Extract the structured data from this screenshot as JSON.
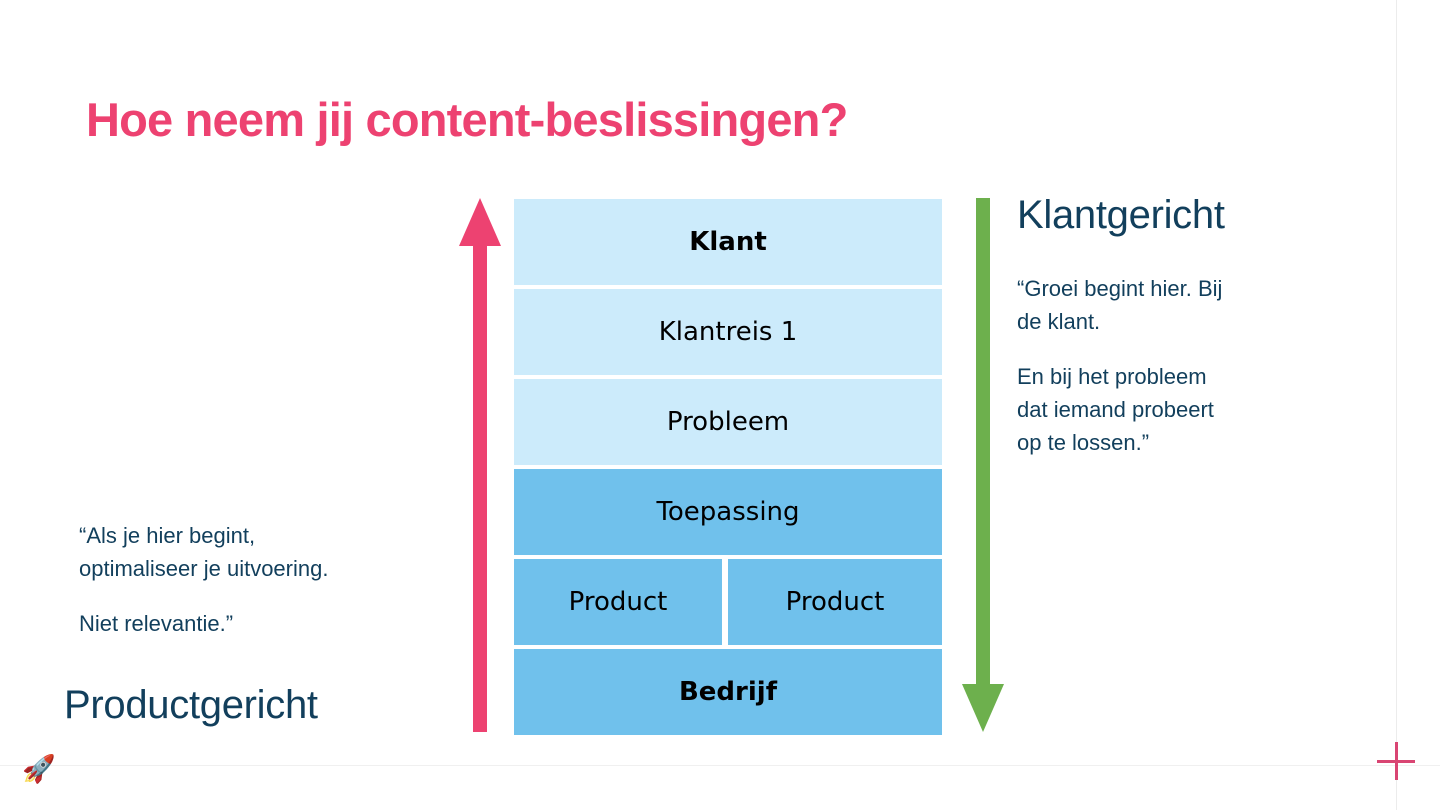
{
  "slide": {
    "title": "Hoe neem jij content-beslissingen?",
    "background_color": "#FFFFFF",
    "title_color": "#ED4271"
  },
  "pyramid": {
    "light_color": "#CCEBFB",
    "dark_color": "#70C1EC",
    "levels": [
      {
        "label": "Klant",
        "tone": "light",
        "bold": true,
        "split": false
      },
      {
        "label": "Klantreis 1",
        "tone": "light",
        "bold": false,
        "split": false
      },
      {
        "label": "Probleem",
        "tone": "light",
        "bold": false,
        "split": false
      },
      {
        "label": "Toepassing",
        "tone": "dark",
        "bold": false,
        "split": false
      },
      {
        "label": "Product",
        "label_right": "Product",
        "tone": "dark",
        "bold": false,
        "split": true
      },
      {
        "label": "Bedrijf",
        "tone": "dark",
        "bold": true,
        "split": false
      }
    ]
  },
  "arrows": {
    "left": {
      "icon": "arrow-up-icon",
      "direction": "up",
      "color": "#ED4271"
    },
    "right": {
      "icon": "arrow-down-icon",
      "direction": "down",
      "color": "#6DB04D"
    }
  },
  "left_panel": {
    "heading": "Productgericht",
    "quote_line_1": "“Als je hier begint,",
    "quote_line_2": "optimaliseer je uitvoering.",
    "quote_line_3": "Niet relevantie.”",
    "text_color": "#123F5C"
  },
  "right_panel": {
    "heading": "Klantgericht",
    "quote_line_1": "“Groei begint hier. Bij",
    "quote_line_2": "de klant.",
    "quote_line_3": "En bij het probleem",
    "quote_line_4": "dat iemand probeert",
    "quote_line_5": "op te lossen.”",
    "text_color": "#123F5C"
  },
  "footer": {
    "rocket_icon": "🚀",
    "crosshair_icon": "plus-marker-icon",
    "crosshair_color": "#D94573"
  }
}
